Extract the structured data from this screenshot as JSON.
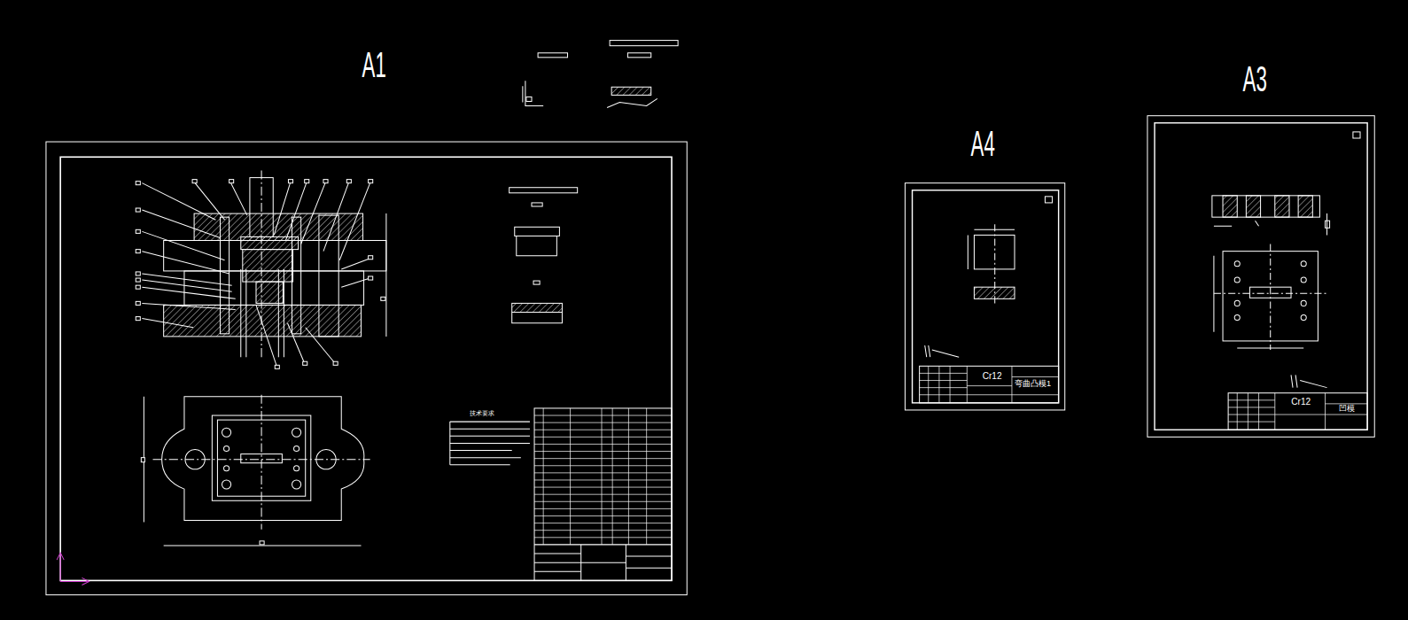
{
  "diagram": {
    "labels": [
      "A1",
      "A4",
      "A3",
      "技术要求",
      "Cr12",
      "弯曲凸模1",
      "Cr12",
      "凹模"
    ]
  }
}
